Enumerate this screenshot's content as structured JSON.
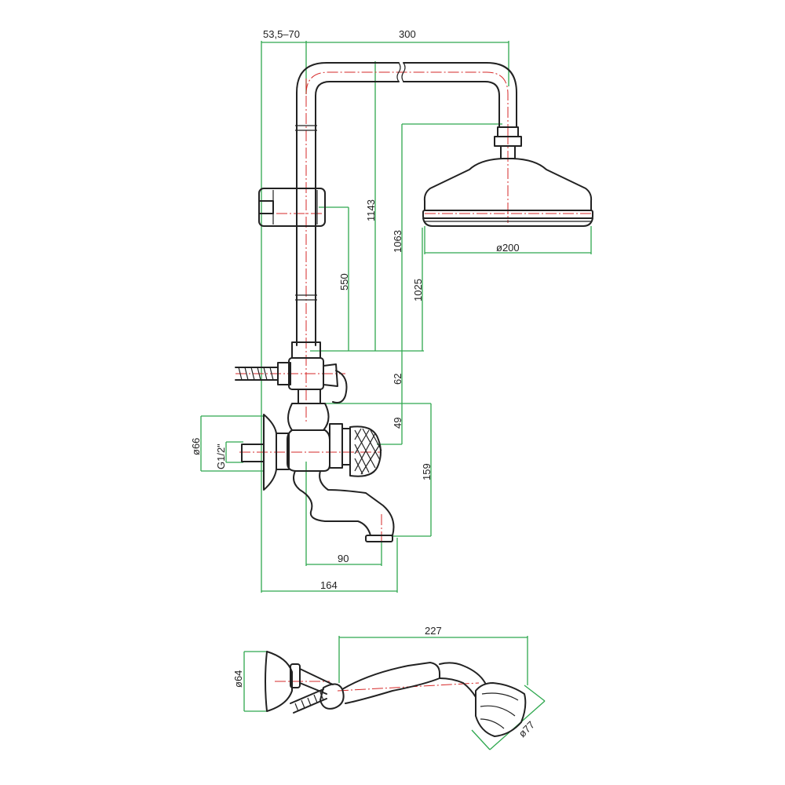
{
  "colors": {
    "outline": "#222222",
    "centerline": "#d62828",
    "dimension": "#2fa84f",
    "background": "#ffffff"
  },
  "dimensions": {
    "offset": "53,5–70",
    "arm_length": "300",
    "height_total": "1143",
    "height_head": "1063",
    "height_head_bottom": "1025",
    "slider_height": "550",
    "head_diameter": "ø200",
    "diverter_offset": "62",
    "inlet_offset": "49",
    "spout_drop": "159",
    "flange_diameter": "ø66",
    "thread": "G1/2\"",
    "spout_reach": "90",
    "total_depth": "164",
    "handshower_length": "227",
    "bracket_diameter": "ø64",
    "handshower_head": "ø77"
  }
}
